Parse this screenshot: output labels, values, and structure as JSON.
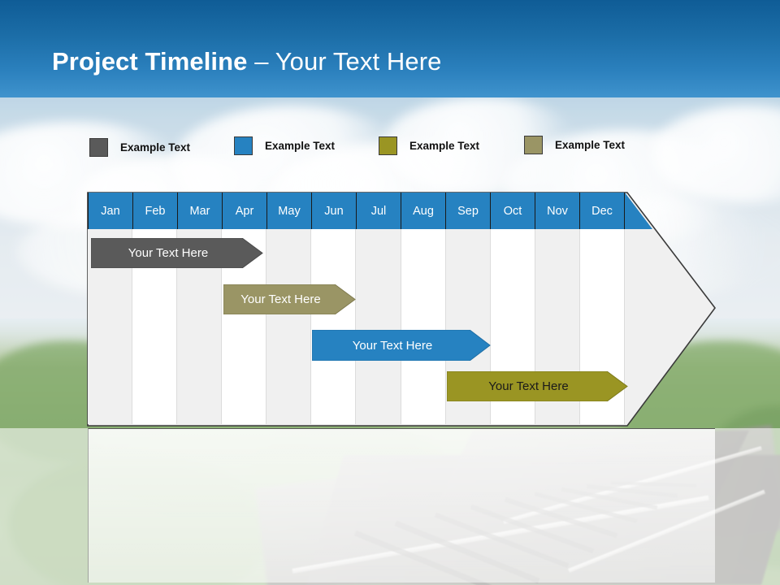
{
  "slide": {
    "title_bold": "Project Timeline",
    "title_separator": " – ",
    "title_light": "Your Text Here",
    "title_full": "Project Timeline – Your Text Here"
  },
  "colors": {
    "title_band_top": "#0f5c96",
    "title_band_bottom": "#3f93cd",
    "header_blue": "#2682c1",
    "gray": "#5a5a5a",
    "blue": "#2682c1",
    "olive": "#9a9523",
    "khaki": "#9a9565",
    "band_light": "#f0f0f0",
    "band_white": "#ffffff",
    "outline": "#3b3b3b"
  },
  "legend": {
    "items": [
      {
        "label": "Example Text",
        "color": "#5a5a5a",
        "swatch_name": "legend-swatch-gray"
      },
      {
        "label": "Example Text",
        "color": "#2682c1",
        "swatch_name": "legend-swatch-blue"
      },
      {
        "label": "Example Text",
        "color": "#9a9523",
        "swatch_name": "legend-swatch-olive"
      },
      {
        "label": "Example Text",
        "color": "#9a9565",
        "swatch_name": "legend-swatch-khaki"
      }
    ]
  },
  "timeline": {
    "months": [
      "Jan",
      "Feb",
      "Mar",
      "Apr",
      "May",
      "Jun",
      "Jul",
      "Aug",
      "Sep",
      "Oct",
      "Nov",
      "Dec"
    ],
    "tasks": [
      {
        "label": "Your  Text Here",
        "color": "#5a5a5a",
        "text_color": "#ffffff",
        "start_month": "Jan",
        "end_month": "Apr",
        "row": 1
      },
      {
        "label": "Your  Text Here",
        "color": "#9a9565",
        "text_color": "#ffffff",
        "start_month": "Apr",
        "end_month": "Jun",
        "row": 2
      },
      {
        "label": "Your  Text Here",
        "color": "#2682c1",
        "text_color": "#ffffff",
        "start_month": "Jun",
        "end_month": "Sep",
        "row": 3
      },
      {
        "label": "Your  Text Here",
        "color": "#9a9523",
        "text_color": "#1a1a1a",
        "start_month": "Sep",
        "end_month": "Dec",
        "row": 4
      }
    ]
  },
  "chart_data": {
    "type": "bar",
    "title": "Project Timeline – Your Text Here",
    "xlabel": "",
    "ylabel": "",
    "categories": [
      "Jan",
      "Feb",
      "Mar",
      "Apr",
      "May",
      "Jun",
      "Jul",
      "Aug",
      "Sep",
      "Oct",
      "Nov",
      "Dec"
    ],
    "series": [
      {
        "name": "Example Text",
        "label": "Your  Text Here",
        "color": "#5a5a5a",
        "start": 1,
        "end": 4
      },
      {
        "name": "Example Text",
        "label": "Your  Text Here",
        "color": "#9a9565",
        "start": 4,
        "end": 6
      },
      {
        "name": "Example Text",
        "label": "Your  Text Here",
        "color": "#2682c1",
        "start": 6,
        "end": 9
      },
      {
        "name": "Example Text",
        "label": "Your  Text Here",
        "color": "#9a9523",
        "start": 9,
        "end": 12
      }
    ],
    "legend_position": "top",
    "grid": true
  }
}
